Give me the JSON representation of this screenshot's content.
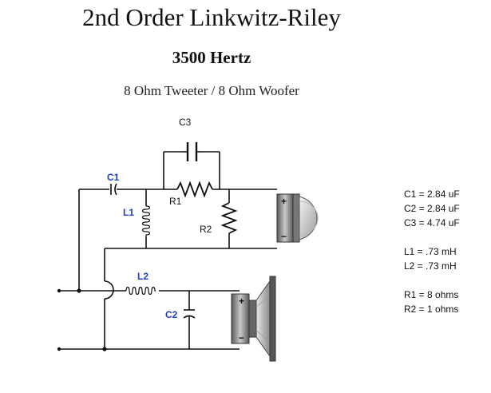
{
  "header": {
    "title": "2nd Order Linkwitz-Riley",
    "frequency": "3500 Hertz",
    "subtitle": "8 Ohm Tweeter / 8 Ohm Woofer"
  },
  "labels": {
    "c1": "C1",
    "c2": "C2",
    "c3": "C3",
    "l1": "L1",
    "l2": "L2",
    "r1": "R1",
    "r2": "R2",
    "plus": "+",
    "minus": "−"
  },
  "values": {
    "c1": "C1 = 2.84 uF",
    "c2": "C2 = 2.84 uF",
    "c3": "C3 = 4.74 uF",
    "l1": "L1 = .73 mH",
    "l2": "L2 = .73 mH",
    "r1": "R1 = 8 ohms",
    "r2": "R2 = 1 ohms"
  },
  "colors": {
    "wire": "#111111",
    "component_label_blue": "#1f3fbf",
    "component_label_black": "#111111"
  }
}
